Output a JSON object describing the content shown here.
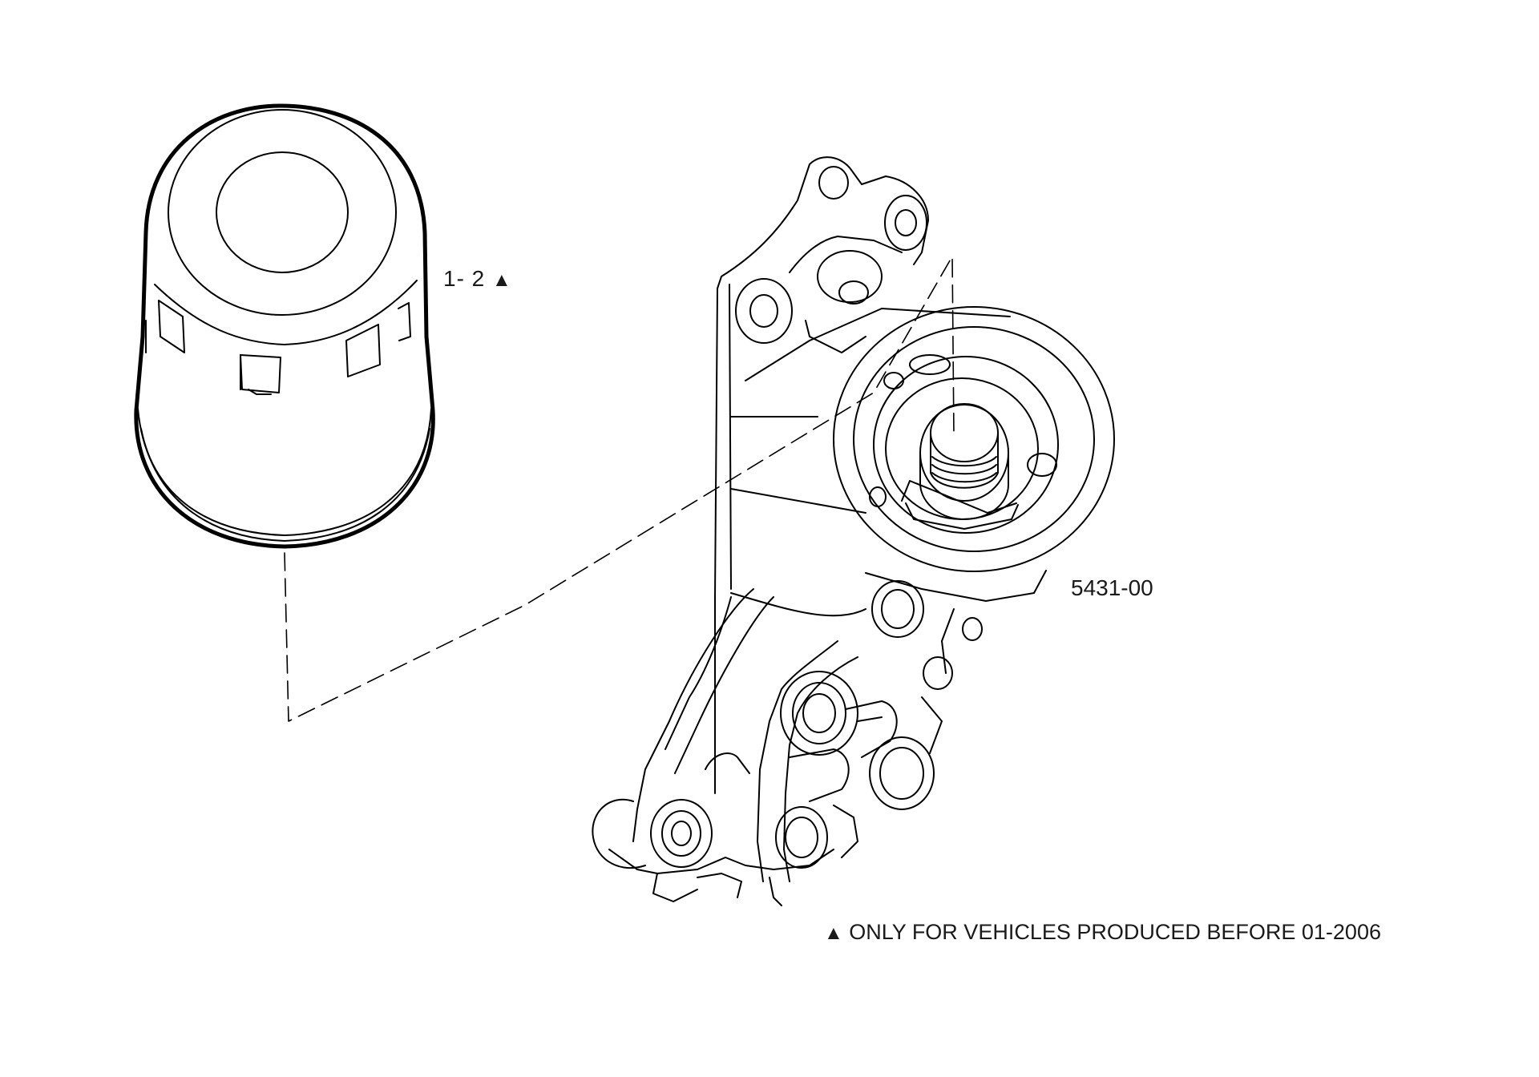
{
  "parts": {
    "filter": {
      "callout": "1- 2",
      "marker": "▲"
    },
    "housing": {
      "callout": "5431-00"
    }
  },
  "footnote": {
    "marker": "▲",
    "text": "ONLY FOR VEHICLES PRODUCED BEFORE 01-2006"
  }
}
